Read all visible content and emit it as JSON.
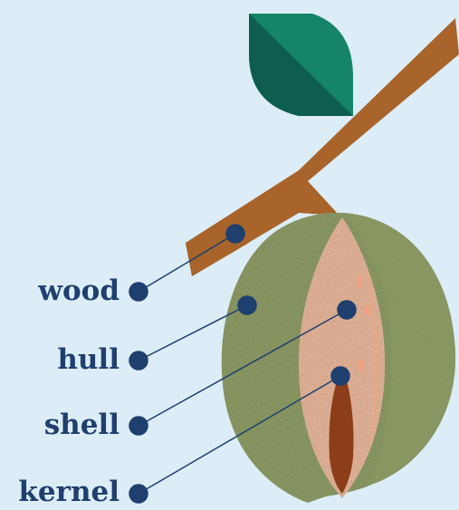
{
  "labels": {
    "wood": "wood",
    "hull": "hull",
    "shell": "shell",
    "kernel": "kernel"
  },
  "colors": {
    "background": "#dcedf7",
    "branch": "#a8642a",
    "leaf_light": "#168466",
    "leaf_dark": "#0d5e4e",
    "hull": "#98a76e",
    "shell": "#f6c3a5",
    "kernel": "#8c3d1a",
    "label_text": "#1f3f6f",
    "pointer": "#1f3f6f"
  },
  "icons": [
    "leaf-icon",
    "almond-icon"
  ]
}
